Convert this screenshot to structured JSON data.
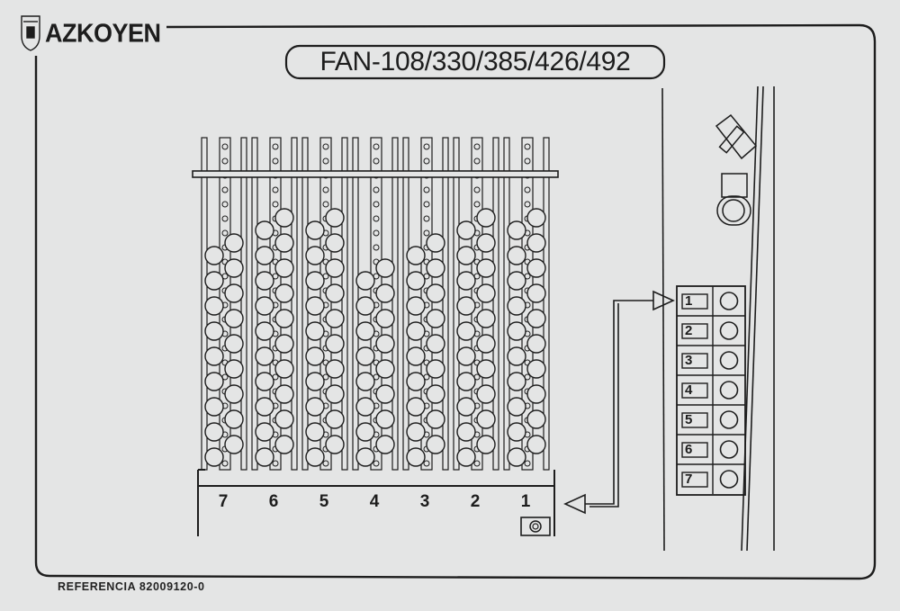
{
  "brand": "AZKOYEN",
  "model": "FAN-108/330/385/426/492",
  "reference": "REFERENCIA 82009120-0",
  "columns": [
    {
      "label": "7",
      "fill": 0.71
    },
    {
      "label": "6",
      "fill": 0.86
    },
    {
      "label": "5",
      "fill": 0.86
    },
    {
      "label": "4",
      "fill": 0.63
    },
    {
      "label": "3",
      "fill": 0.71
    },
    {
      "label": "2",
      "fill": 0.86
    },
    {
      "label": "1",
      "fill": 0.86
    }
  ],
  "panel_buttons": [
    "1",
    "2",
    "3",
    "4",
    "5",
    "6",
    "7"
  ],
  "colors": {
    "background": "#e4e5e5",
    "line": "#1d1d1d"
  }
}
